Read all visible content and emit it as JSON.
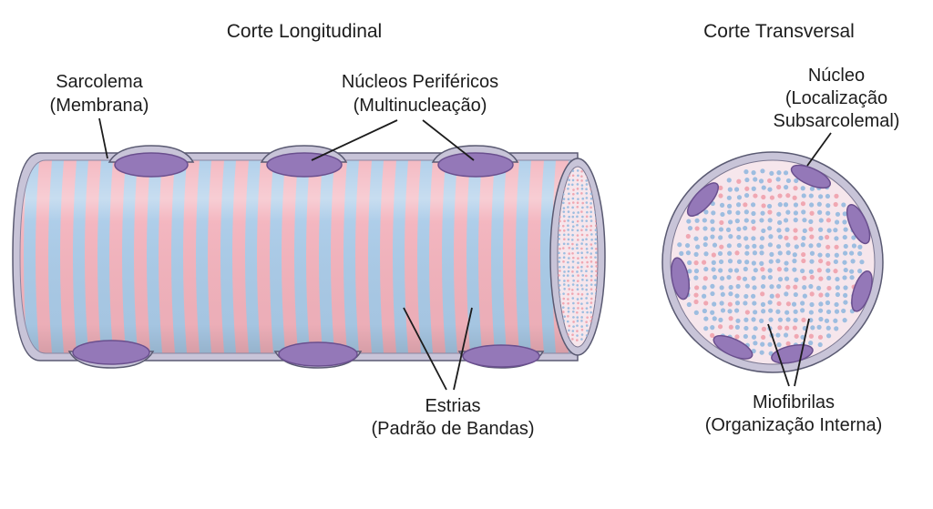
{
  "titles": {
    "longitudinal": "Corte Longitudinal",
    "transversal": "Corte Transversal"
  },
  "labels": {
    "sarcolema": [
      "Sarcolema",
      "(Membrana)"
    ],
    "nucleos": [
      "Núcleos Periféricos",
      "(Multinucleação)"
    ],
    "estrias": [
      "Estrias",
      "(Padrão de Bandas)"
    ],
    "nucleo": [
      "Núcleo",
      "(Localização",
      "Subsarcolemal)"
    ],
    "miofibrilas": [
      "Miofibrilas",
      "(Organização Interna)"
    ]
  },
  "colors": {
    "band_pink": "#f3b3bd",
    "band_blue": "#aacbe8",
    "membrane": "#c8c4d8",
    "outline": "#5a5a72",
    "nucleus": "#9478b8",
    "nucleus_dark": "#6a4f8e",
    "dot_blue": "#9dbde0",
    "dot_pink": "#f0a7b2",
    "cross_fill": "#f6e6ec"
  }
}
